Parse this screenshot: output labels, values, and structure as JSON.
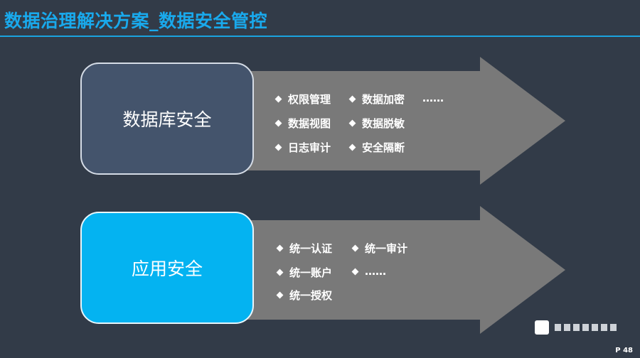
{
  "slide": {
    "title": "数据治理解决方案_数据安全管控",
    "page_number": "P 48"
  },
  "sections": [
    {
      "box_label": "数据库安全",
      "items": [
        "权限管理",
        "数据加密",
        "……",
        "数据视图",
        "数据脱敏",
        "日志审计",
        "安全隔断"
      ]
    },
    {
      "box_label": "应用安全",
      "items": [
        "统一认证",
        "统一审计",
        "统一账户",
        "……",
        "统一授权"
      ]
    }
  ],
  "colors": {
    "background": "#323b48",
    "title": "#19a9ec",
    "arrow": "#797979",
    "db_box": "#44546c",
    "app_box": "#04b3f1"
  },
  "icons": [
    "diamond-bullet-icon"
  ]
}
